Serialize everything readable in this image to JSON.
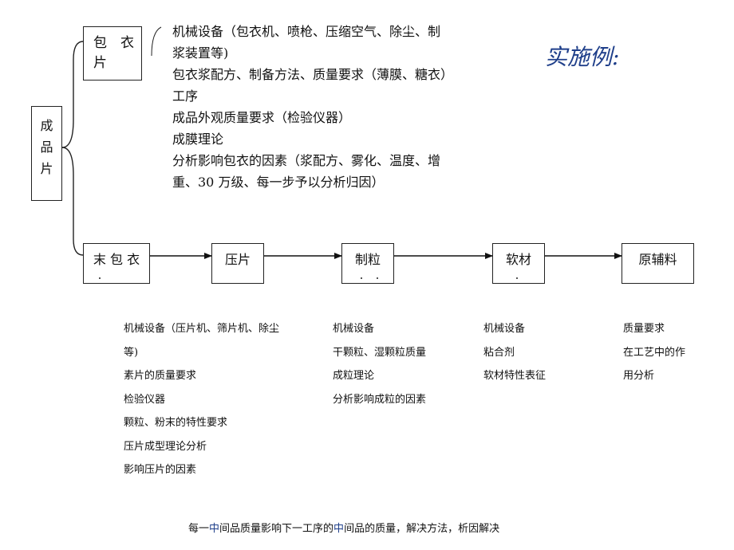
{
  "title": "实施例:",
  "boxes": {
    "finished": [
      "成",
      "品",
      "片"
    ],
    "coated": [
      "包　衣",
      "片"
    ],
    "uncoated": "末 包 衣",
    "tablet": "压片",
    "granule": "制粒",
    "soft": "软材",
    "raw": "原辅料"
  },
  "coated_notes": [
    "机械设备（包衣机、喷枪、压缩空气、除尘、制",
    "浆装置等)",
    "包衣浆配方、制备方法、质量要求（薄膜、糖衣）",
    "工序",
    "成品外观质量要求（检验仪器）",
    "成膜理论",
    "分析影响包衣的因素（浆配方、雾化、温度、增",
    "重、30 万级、每一步予以分析归因）"
  ],
  "tablet_notes": [
    "机械设备（压片机、筛片机、除尘",
    "等)",
    "素片的质量要求",
    "检验仪器",
    "颗粒、粉末的特性要求",
    "压片成型理论分析",
    "影响压片的因素"
  ],
  "granule_notes": [
    "机械设备",
    "干颗粒、湿颗粒质量",
    "成粒理论",
    "分析影响成粒的因素"
  ],
  "soft_notes": [
    "机械设备",
    "粘合剂",
    "软材特性表征"
  ],
  "raw_notes": [
    "质量要求",
    "在工艺中的作",
    "用分析"
  ],
  "footer": {
    "p1": "每一",
    "p2": "中",
    "p3": "间品质量影响下一工序的",
    "p4": "中",
    "p5": "间品的质量，解决方法，析因解决"
  },
  "colors": {
    "accent": "#1f3f8a",
    "line": "#222222"
  }
}
